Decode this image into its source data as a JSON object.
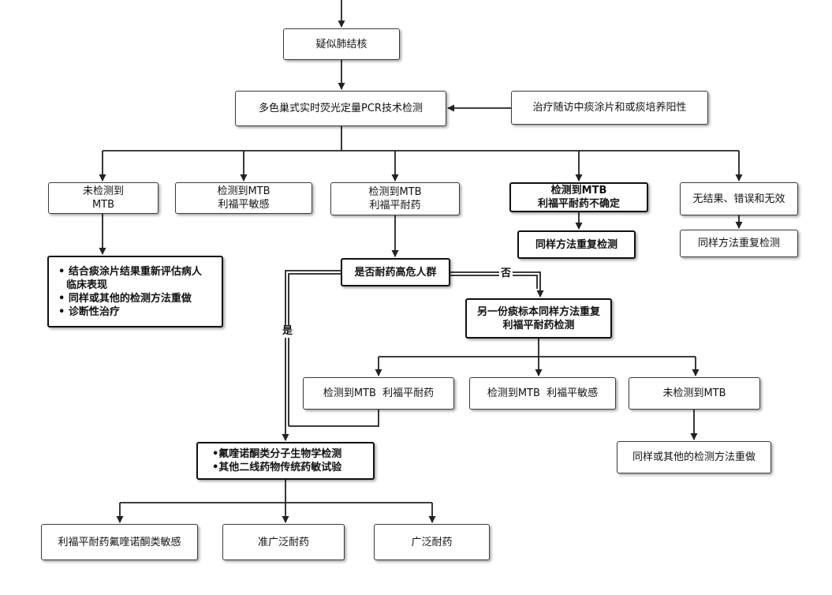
{
  "nodes": {
    "suspected": "疑似肺结核",
    "pcr": "多色巢式实时荧光定量PCR技术检测",
    "followup": "治疗随访中痰涂片和或痰培养阳性",
    "not_detected": [
      "未检测到",
      "MTB"
    ],
    "rif_sensitive": [
      "检测到MTB",
      "利福平敏感"
    ],
    "rif_resistant": [
      "检测到MTB",
      "利福平耐药"
    ],
    "rif_uncertain": [
      "检测到MTB",
      "利福平耐药不确定"
    ],
    "no_result": "无结果、错误和无效",
    "repeat_same_1": "同样方法重复检测",
    "repeat_same_2": "同样方法重复检测",
    "clinical_actions": [
      "• 结合痰涂片结果重新评估病人",
      "临床表现",
      "• 同样或其他的检测方法重做",
      "• 诊断性治疗"
    ],
    "high_risk": "是否耐药高危人群",
    "second_sample": [
      "另一份痰标本同样方法重复",
      "利福平耐药检测"
    ],
    "res_resistant": "检测到MTB  利福平耐药",
    "res_sensitive": "检测到MTB  利福平敏感",
    "res_not_detected": "未检测到MTB",
    "redo_other": "同样或其他的检测方法重做",
    "fq_tests": [
      "•氟喹诺酮类分子生物学检测",
      "•其他二线药物传统药敏试验"
    ],
    "out_fq_sensitive": "利福平耐药氟喹诺酮类敏感",
    "out_pre_xdr": "准广泛耐药",
    "out_xdr": "广泛耐药"
  },
  "edge_labels": {
    "yes": "是",
    "no": "否"
  }
}
